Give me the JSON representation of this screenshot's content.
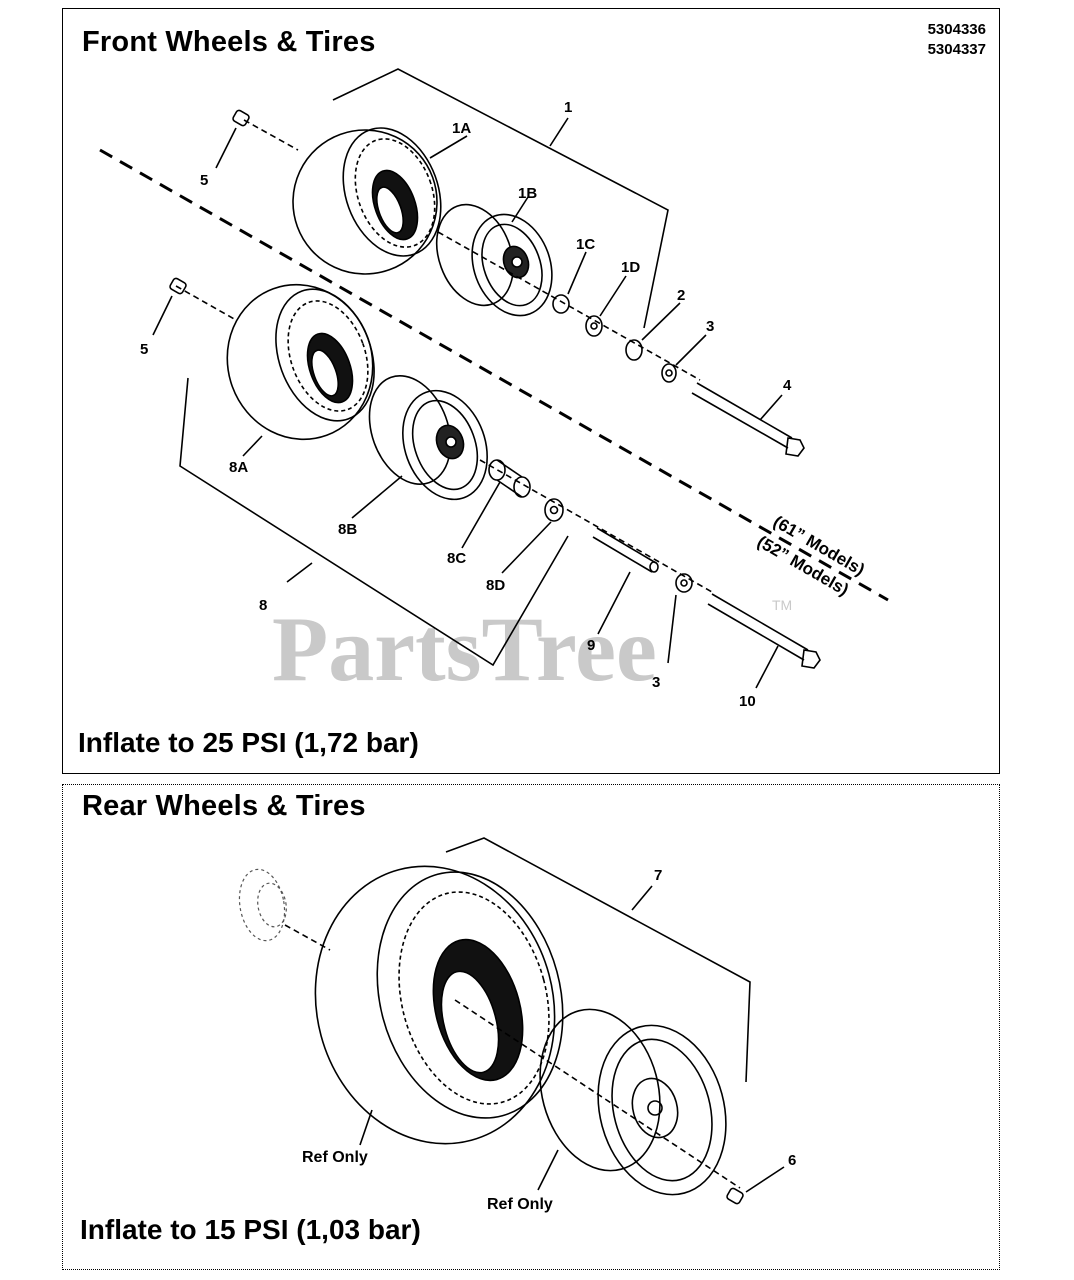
{
  "front": {
    "title": "Front Wheels & Tires",
    "part_numbers": [
      "5304336",
      "5304337"
    ],
    "inflate": "Inflate to 25 PSI (1,72 bar)",
    "callouts": {
      "c1": "1",
      "c1a": "1A",
      "c1b": "1B",
      "c1c": "1C",
      "c1d": "1D",
      "c2": "2",
      "c3a": "3",
      "c3b": "3",
      "c4": "4",
      "c5a": "5",
      "c5b": "5",
      "c8": "8",
      "c8a": "8A",
      "c8b": "8B",
      "c8c": "8C",
      "c8d": "8D",
      "c9": "9",
      "c10": "10"
    },
    "model_labels": [
      "(61” Models)",
      "(52” Models)"
    ]
  },
  "rear": {
    "title": "Rear Wheels & Tires",
    "inflate": "Inflate to 15 PSI (1,03 bar)",
    "callouts": {
      "c6": "6",
      "c7": "7"
    },
    "ref_only": [
      "Ref Only",
      "Ref Only"
    ]
  },
  "watermark": {
    "text": "PartsTree",
    "tm": "TM"
  }
}
